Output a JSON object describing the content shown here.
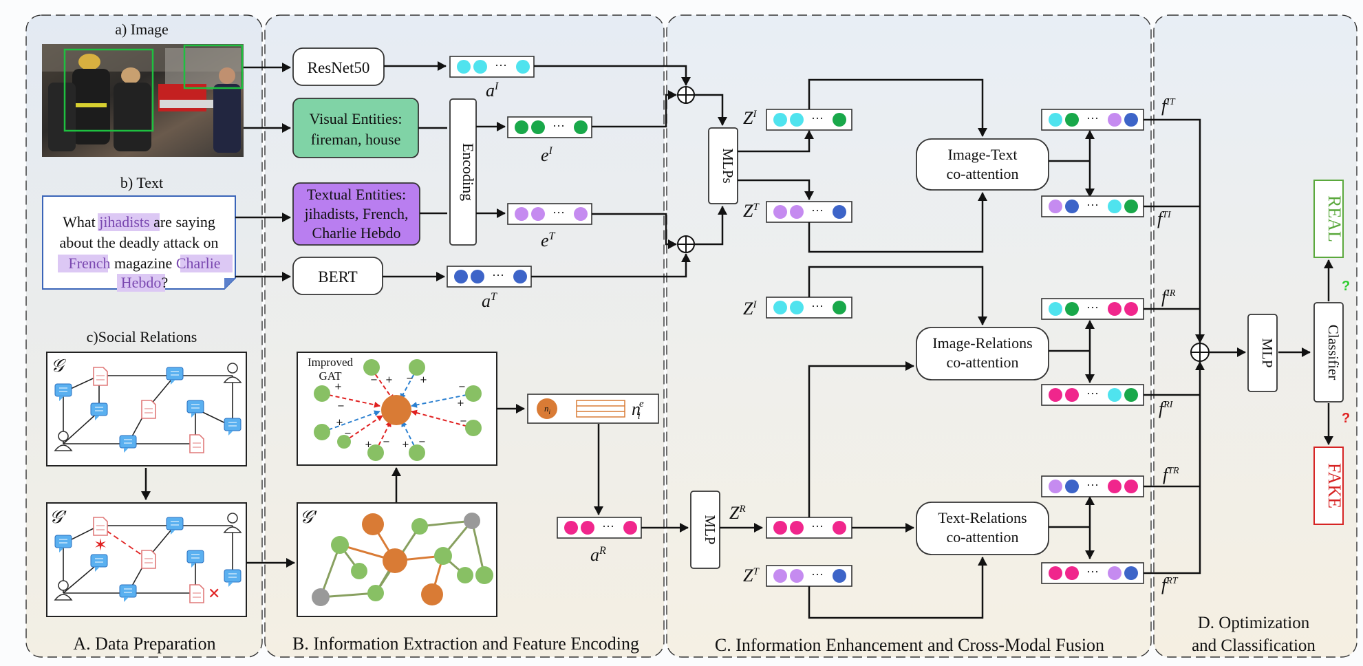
{
  "panels": {
    "a": "A. Data Preparation",
    "b": "B. Information Extraction and Feature Encoding",
    "c": "C. Information Enhancement and Cross-Modal Fusion",
    "d1": "D. Optimization",
    "d2": "and Classification"
  },
  "data_prep": {
    "image_title": "a) Image",
    "text_title": "b) Text",
    "social_title": "c)Social Relations",
    "tweet": {
      "l1a": "What ",
      "l1b": "jihadists",
      "l1c": " are saying",
      "l2": "about the deadly attack on",
      "l3a": "French",
      "l3b": " magazine ",
      "l3c": "Charlie",
      "l4a": "Hebdo",
      "l4b": "?"
    },
    "graph_label": "𝒢",
    "graph_label_prime": "𝒢′"
  },
  "extraction": {
    "resnet": "ResNet50",
    "bert": "BERT",
    "encoding": "Encoding",
    "visual_entities_1": "Visual Entities:",
    "visual_entities_2": "fireman, house",
    "textual_entities_1": "Textual Entities:",
    "textual_entities_2": "jihadists, French,",
    "textual_entities_3": "Charlie Hebdo",
    "gat_1": "Improved",
    "gat_2": "GAT",
    "graph_label_prime": "𝒢′",
    "node_i": "n",
    "node_i_sub": "i",
    "node_emb": "n",
    "node_emb_sub": "i",
    "node_emb_sup": "e",
    "vec_aI": "a",
    "vec_aI_sup": "I",
    "vec_eI": "e",
    "vec_eI_sup": "I",
    "vec_eT": "e",
    "vec_eT_sup": "T",
    "vec_aT": "a",
    "vec_aT_sup": "T",
    "vec_aR": "a",
    "vec_aR_sup": "R",
    "dots": "···"
  },
  "fusion": {
    "mlps": "MLPs",
    "mlp": "MLP",
    "z": "Z",
    "sup_I": "I",
    "sup_T": "T",
    "sup_R": "R",
    "coatt_it_1": "Image-Text",
    "coatt_it_2": "co-attention",
    "coatt_ir_1": "Image-Relations",
    "coatt_ir_2": "co-attention",
    "coatt_tr_1": "Text-Relations",
    "coatt_tr_2": "co-attention",
    "f": "f",
    "f_IT": "IT",
    "f_TI": "TI",
    "f_IR": "IR",
    "f_RI": "RI",
    "f_TR": "TR",
    "f_RT": "RT"
  },
  "classification": {
    "mlp": "MLP",
    "classifier": "Classifier",
    "real": "REAL",
    "fake": "FAKE",
    "question": "?"
  },
  "colors": {
    "cyan": "#4fe3ee",
    "green": "#19a84a",
    "purple": "#c58bf0",
    "blue": "#3d64c8",
    "pink": "#f0268c",
    "green_box": "#7fd4a5",
    "purple_box": "#b87ef0",
    "real": "#5aa83c",
    "fake": "#d62424"
  }
}
